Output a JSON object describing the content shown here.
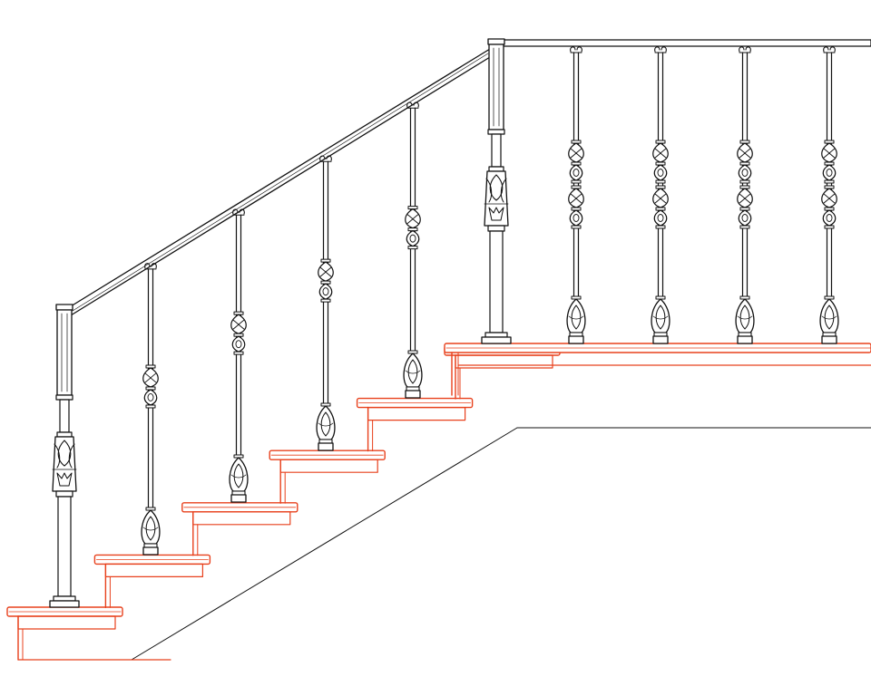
{
  "drawing": {
    "colors": {
      "background": "#ffffff",
      "railing_ink": "#111111",
      "stair_ink": "#e8401c"
    },
    "components": {
      "newel_posts": 2,
      "stair_balusters": 4,
      "landing_balusters": 4,
      "treads": 6
    }
  }
}
